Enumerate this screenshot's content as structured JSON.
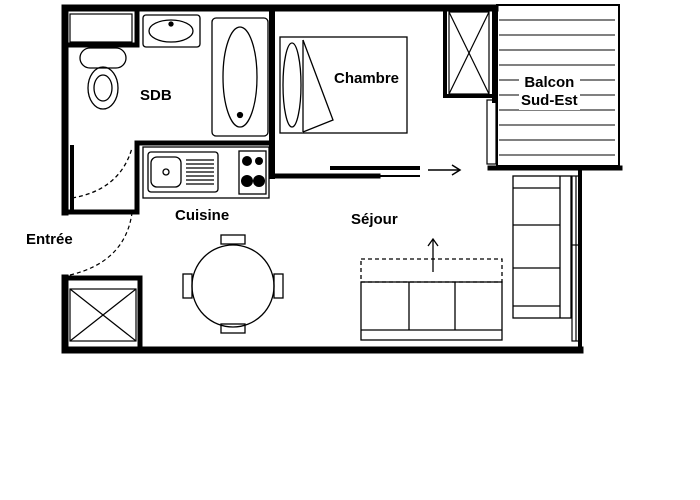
{
  "rooms": {
    "sdb": "SDB",
    "chambre": "Chambre",
    "balcon_line1": "Balcon",
    "balcon_line2": "Sud-Est",
    "cuisine": "Cuisine",
    "sejour": "Séjour",
    "entree": "Entrée"
  },
  "colors": {
    "wall": "#000000",
    "background": "#ffffff"
  }
}
